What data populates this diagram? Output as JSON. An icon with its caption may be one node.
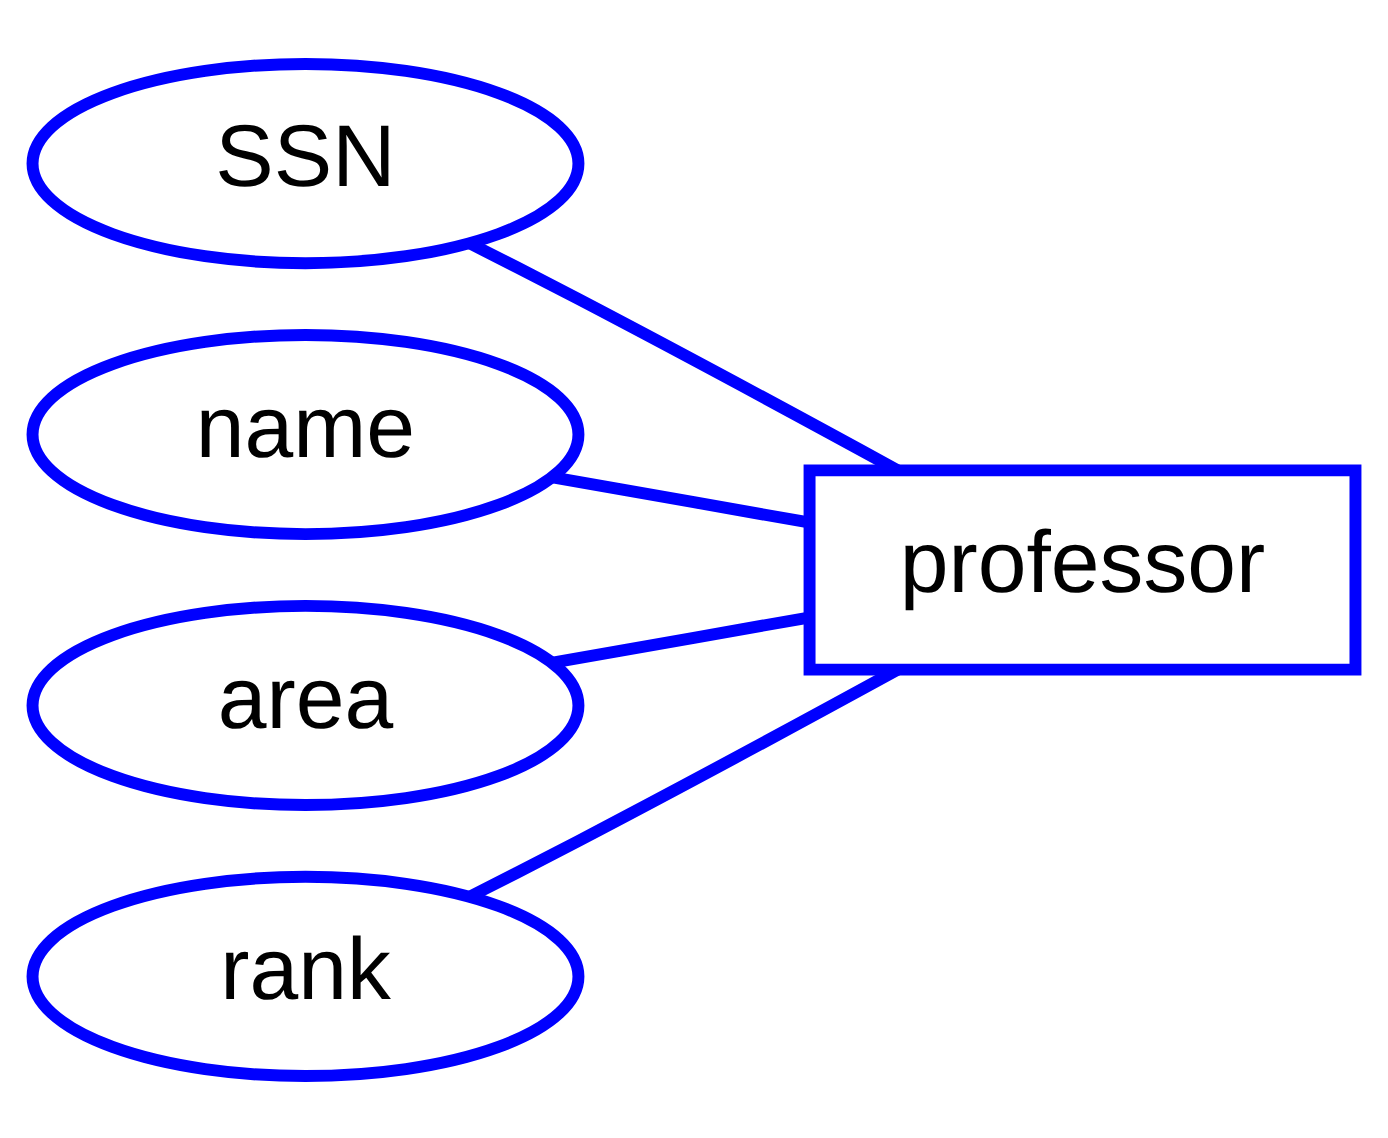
{
  "diagram": {
    "nodes": [
      {
        "text": [
          "SSN"
        ]
      },
      {
        "text": [
          "name"
        ]
      },
      {
        "text": [
          "area"
        ]
      },
      {
        "text": [
          "rank"
        ]
      },
      {
        "text": [
          "professor"
        ]
      }
    ],
    "edges": [
      {
        "from": 0,
        "to": 4,
        "arrow": "none"
      },
      {
        "from": 1,
        "to": 4,
        "arrow": "none"
      },
      {
        "from": 2,
        "to": 4,
        "arrow": "none"
      },
      {
        "from": 3,
        "to": 4,
        "arrow": "none"
      }
    ]
  }
}
